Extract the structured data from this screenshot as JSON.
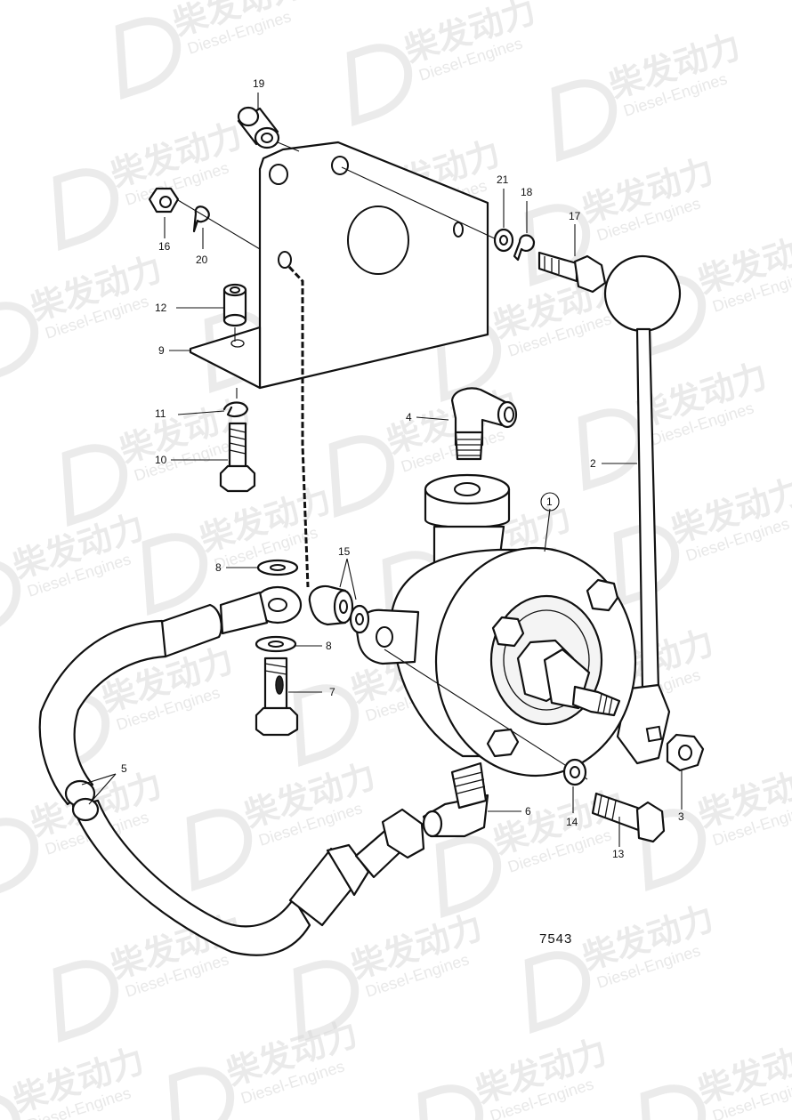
{
  "watermark": {
    "brand": "柴发动力",
    "sub": "Diesel-Engines",
    "logo_icon": "d-logo-icon"
  },
  "drawing_number": "7543",
  "callouts": [
    {
      "id": "c1",
      "text": "1"
    },
    {
      "id": "c2",
      "text": "2"
    },
    {
      "id": "c3",
      "text": "3"
    },
    {
      "id": "c4",
      "text": "4"
    },
    {
      "id": "c5",
      "text": "5"
    },
    {
      "id": "c6",
      "text": "6"
    },
    {
      "id": "c7",
      "text": "7"
    },
    {
      "id": "c8a",
      "text": "8"
    },
    {
      "id": "c8b",
      "text": "8"
    },
    {
      "id": "c9",
      "text": "9"
    },
    {
      "id": "c10",
      "text": "10"
    },
    {
      "id": "c11",
      "text": "11"
    },
    {
      "id": "c12",
      "text": "12"
    },
    {
      "id": "c13",
      "text": "13"
    },
    {
      "id": "c14",
      "text": "14"
    },
    {
      "id": "c15",
      "text": "15"
    },
    {
      "id": "c16",
      "text": "16"
    },
    {
      "id": "c17",
      "text": "17"
    },
    {
      "id": "c18",
      "text": "18"
    },
    {
      "id": "c19",
      "text": "19"
    },
    {
      "id": "c20",
      "text": "20"
    },
    {
      "id": "c21",
      "text": "21"
    }
  ]
}
